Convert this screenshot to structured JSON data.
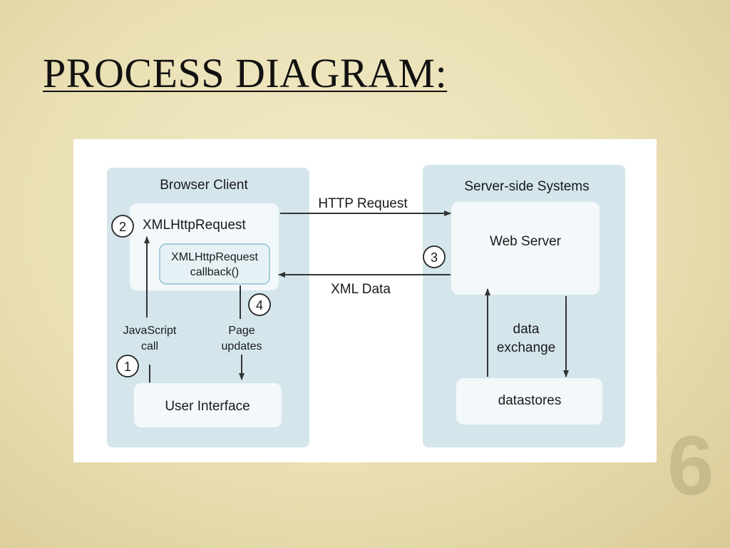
{
  "slide": {
    "title": "PROCESS DIAGRAM:",
    "page_number": "6"
  },
  "diagram": {
    "browser_client": {
      "title": "Browser Client",
      "xmlhttprequest": "XMLHttpRequest",
      "callback_line1": "XMLHttpRequest",
      "callback_line2": "callback()",
      "user_interface": "User Interface",
      "javascript_call_line1": "JavaScript",
      "javascript_call_line2": "call",
      "page_updates_line1": "Page",
      "page_updates_line2": "updates"
    },
    "server_side": {
      "title": "Server-side Systems",
      "web_server": "Web Server",
      "datastores": "datastores",
      "data_exchange_line1": "data",
      "data_exchange_line2": "exchange"
    },
    "http_request": "HTTP Request",
    "xml_data": "XML Data",
    "steps": [
      "1",
      "2",
      "3",
      "4"
    ],
    "colors": {
      "panel": "#d4e6ec",
      "box": "#f3f8fa",
      "callback_fill": "#e6f1f5",
      "callback_stroke": "#8fc2d4",
      "arrow": "#333333"
    }
  }
}
